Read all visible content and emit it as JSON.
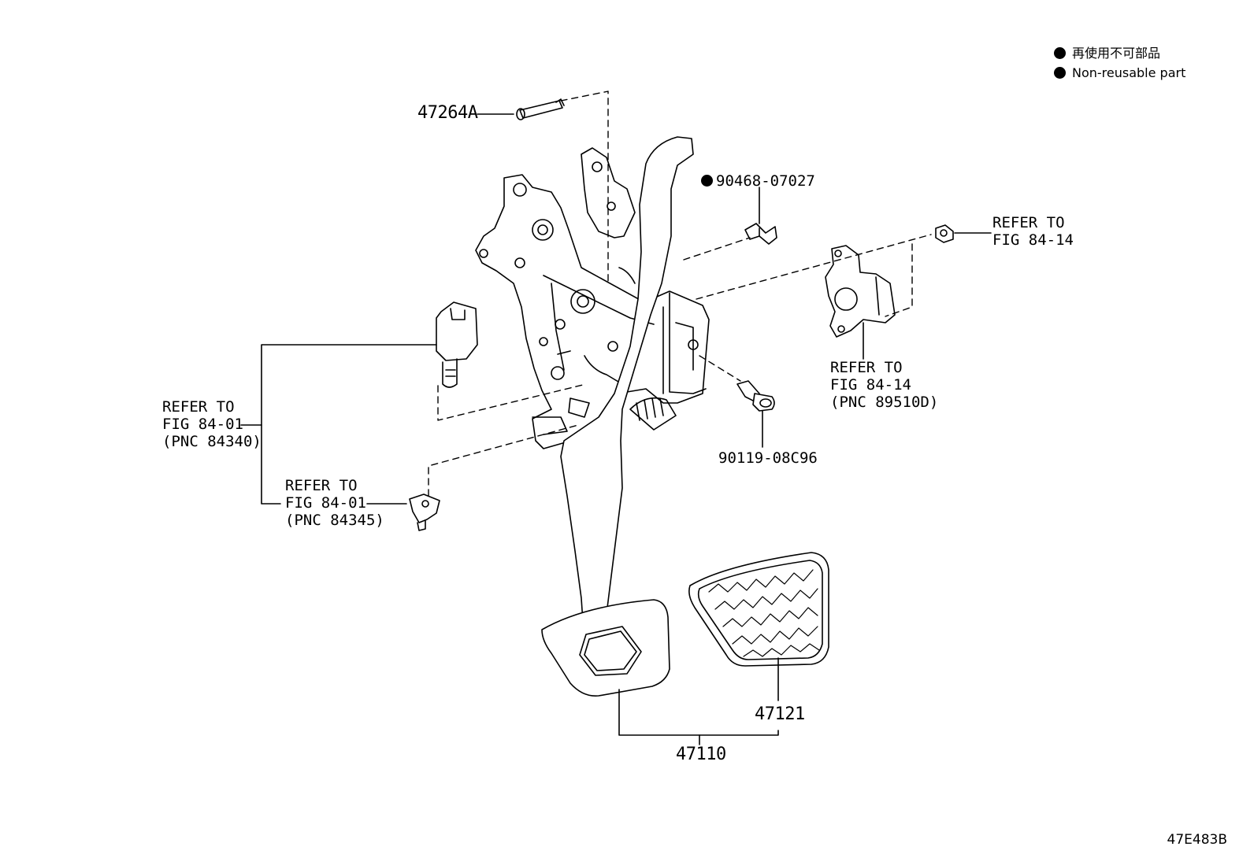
{
  "legend": {
    "items": [
      {
        "icon": "non-reusable-dot-icon",
        "text": "再使用不可部品"
      },
      {
        "icon": "non-reusable-dot-icon",
        "text": "Non-reusable part"
      }
    ]
  },
  "parts": {
    "pin": "47264A",
    "clip": "90468-07027",
    "bolt": "90119-08C96",
    "pad": "47121",
    "pedal_assy": "47110"
  },
  "references": {
    "nut": {
      "line1": "REFER TO",
      "line2": "FIG 84-14"
    },
    "sensor": {
      "line1": "REFER TO",
      "line2": "FIG 84-14",
      "line3": "(PNC 89510D)"
    },
    "switch": {
      "line1": "REFER TO",
      "line2": "FIG 84-01",
      "line3": "(PNC 84340)"
    },
    "cushion": {
      "line1": "REFER TO",
      "line2": "FIG 84-01",
      "line3": "(PNC 84345)"
    }
  },
  "figure_code": "47E483B"
}
